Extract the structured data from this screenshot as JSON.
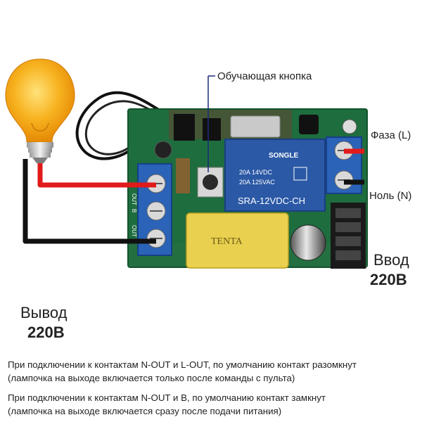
{
  "labels": {
    "learn_button": "Обучающая кнопка",
    "phase": "Фаза (L)",
    "neutral": "Ноль (N)",
    "input_word": "Ввод",
    "input_voltage": "220В",
    "output_word": "Вывод",
    "output_voltage": "220В"
  },
  "board_text": {
    "relay_brand": "SONGLE",
    "relay_spec_1": "20A 14VDC",
    "relay_spec_2": "20A 125VAC",
    "relay_model": "SRA-12VDC-CH",
    "capacitor_brand": "TENTA",
    "pin_labels": [
      "OUT",
      "B",
      "OUT"
    ]
  },
  "notes": [
    {
      "line1": "При подключении к контактам N-OUT и L-OUT, по умолчанию контакт разомкнут",
      "line2": "(лампочка на выходе включается только после команды с пульта)"
    },
    {
      "line1": "При подключении к контактам N-OUT и B, по умолчанию контакт замкнут",
      "line2": "(лампочка на выходе включается сразу после подачи питания)"
    }
  ],
  "colors": {
    "pcb_green": "#1e6d3e",
    "terminal_blue": "#2a63b8",
    "capacitor_yellow": "#e9d04e",
    "relay_blue": "#2b59a6",
    "wire_red": "#e11a1a",
    "wire_black": "#111111",
    "bulb_orange": "#f5a316"
  }
}
